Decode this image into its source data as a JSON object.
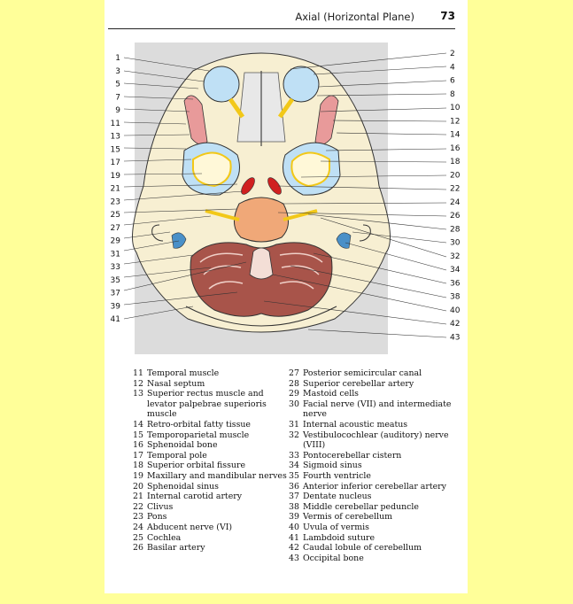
{
  "header": {
    "title": "Axial (Horizontal Plane)",
    "page_number": "73"
  },
  "figure": {
    "left_labels": [
      "1",
      "3",
      "5",
      "7",
      "9",
      "11",
      "13",
      "15",
      "17",
      "19",
      "21",
      "23",
      "25",
      "27",
      "29",
      "31",
      "33",
      "35",
      "37",
      "39",
      "41"
    ],
    "right_labels": [
      "2",
      "4",
      "6",
      "8",
      "10",
      "12",
      "14",
      "16",
      "18",
      "20",
      "22",
      "24",
      "26",
      "28",
      "30",
      "32",
      "34",
      "36",
      "38",
      "40",
      "42",
      "43"
    ],
    "colors": {
      "background": "#dcdcdc",
      "bone": "#f7efd2",
      "muscle": "#e89a9a",
      "eye": "#bfe0f5",
      "nerve": "#f2c818",
      "pons": "#f0a878",
      "cerebellum": "#a8544a",
      "sinus": "#4a90c8",
      "artery": "#d02020"
    }
  },
  "legend_left": [
    {
      "n": "11",
      "t": "Temporal muscle"
    },
    {
      "n": "12",
      "t": "Nasal septum"
    },
    {
      "n": "13",
      "t": "Superior rectus muscle and levator palpebrae superioris muscle"
    },
    {
      "n": "14",
      "t": "Retro-orbital fatty tissue"
    },
    {
      "n": "15",
      "t": "Temporoparietal muscle"
    },
    {
      "n": "16",
      "t": "Sphenoidal bone"
    },
    {
      "n": "17",
      "t": "Temporal pole"
    },
    {
      "n": "18",
      "t": "Superior orbital fissure"
    },
    {
      "n": "19",
      "t": "Maxillary and mandibular nerves"
    },
    {
      "n": "20",
      "t": "Sphenoidal sinus"
    },
    {
      "n": "21",
      "t": "Internal carotid artery"
    },
    {
      "n": "22",
      "t": "Clivus"
    },
    {
      "n": "23",
      "t": "Pons"
    },
    {
      "n": "24",
      "t": "Abducent nerve (VI)"
    },
    {
      "n": "25",
      "t": "Cochlea"
    },
    {
      "n": "26",
      "t": "Basilar artery"
    }
  ],
  "legend_right": [
    {
      "n": "27",
      "t": "Posterior semicircular canal"
    },
    {
      "n": "28",
      "t": "Superior cerebellar artery"
    },
    {
      "n": "29",
      "t": "Mastoid cells"
    },
    {
      "n": "30",
      "t": "Facial nerve (VII) and intermediate nerve"
    },
    {
      "n": "31",
      "t": "Internal acoustic meatus"
    },
    {
      "n": "32",
      "t": "Vestibulocochlear (auditory) nerve (VIII)"
    },
    {
      "n": "33",
      "t": "Pontocerebellar cistern"
    },
    {
      "n": "34",
      "t": "Sigmoid sinus"
    },
    {
      "n": "35",
      "t": "Fourth ventricle"
    },
    {
      "n": "36",
      "t": "Anterior inferior cerebellar artery"
    },
    {
      "n": "37",
      "t": "Dentate nucleus"
    },
    {
      "n": "38",
      "t": "Middle cerebellar peduncle"
    },
    {
      "n": "39",
      "t": "Vermis of cerebellum"
    },
    {
      "n": "40",
      "t": "Uvula of vermis"
    },
    {
      "n": "41",
      "t": "Lambdoid suture"
    },
    {
      "n": "42",
      "t": "Caudal lobule of cerebellum"
    },
    {
      "n": "43",
      "t": "Occipital bone"
    }
  ]
}
